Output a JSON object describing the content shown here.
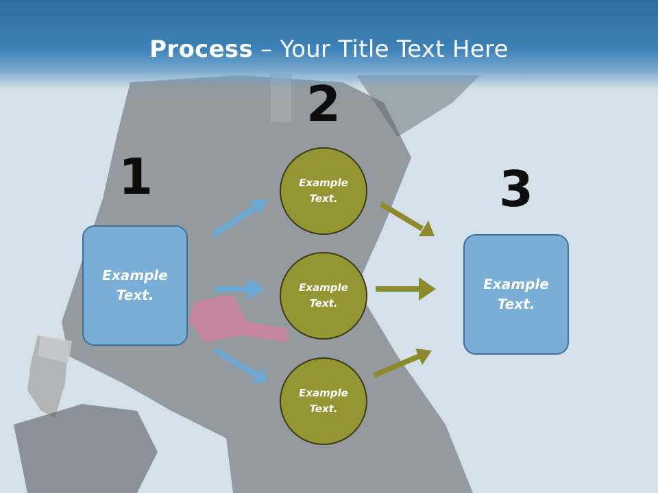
{
  "title": {
    "bold": "Process",
    "rest": " – Your Title Text Here"
  },
  "steps": {
    "one": "1",
    "two": "2",
    "three": "3"
  },
  "left_box": {
    "line1": "Example",
    "line2": "Text."
  },
  "right_box": {
    "line1": "Example",
    "line2": "Text."
  },
  "circles": [
    {
      "line1": "Example",
      "line2": "Text."
    },
    {
      "line1": "Example",
      "line2": "Text."
    },
    {
      "line1": "Example",
      "line2": "Text."
    }
  ],
  "colors": {
    "title_bar": "#3c82b8",
    "box_fill": "#79aed6",
    "circle_fill": "#949633",
    "blue_arrow": "#6aa8d6",
    "olive_arrow": "#8c8a2c"
  }
}
